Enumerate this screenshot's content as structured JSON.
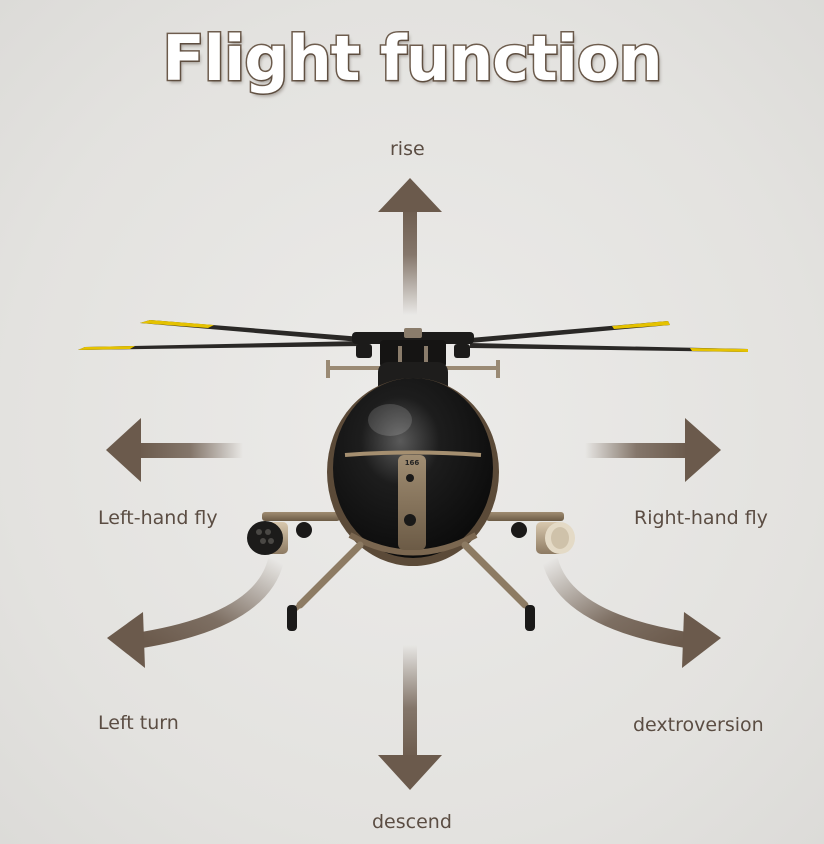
{
  "title": "Flight function",
  "labels": {
    "rise": "rise",
    "left_hand_fly": "Left-hand fly",
    "right_hand_fly": "Right-hand fly",
    "left_turn": "Left turn",
    "dextroversion": "dextroversion",
    "descend": "descend"
  },
  "helicopter": {
    "tail_number": "166"
  },
  "colors": {
    "arrow": "#6b5a4c",
    "label": "#5b4d43",
    "title_outline": "#6e5d4e"
  }
}
